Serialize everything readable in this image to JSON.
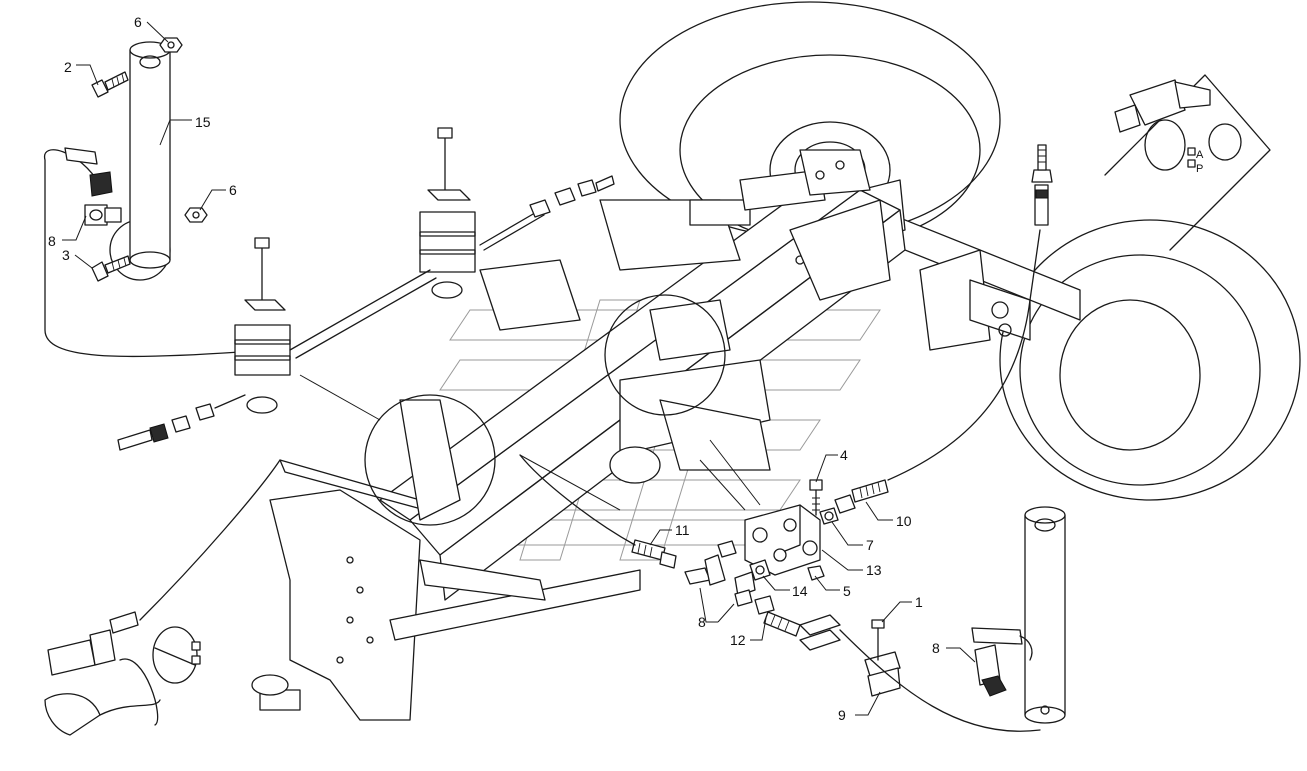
{
  "callouts": {
    "c1": "1",
    "c2": "2",
    "c3": "3",
    "c4": "4",
    "c5": "5",
    "c6a": "6",
    "c6b": "6",
    "c7": "7",
    "c8a": "8",
    "c8b": "8",
    "c8c": "8",
    "c9": "9",
    "c10": "10",
    "c11": "11",
    "c12": "12",
    "c13": "13",
    "c14": "14",
    "c15": "15"
  },
  "coupler_marks": {
    "a": "A",
    "p": "P"
  },
  "colors": {
    "line": "#1a1a1a",
    "background": "#ffffff",
    "ghost": "#9a9a9a"
  }
}
